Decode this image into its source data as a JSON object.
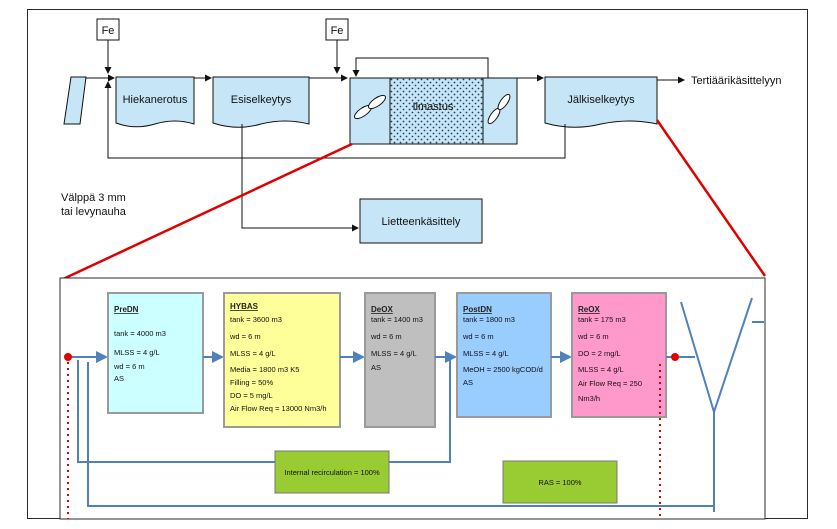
{
  "top": {
    "fe_left": "Fe",
    "fe_right": "Fe",
    "hiekanerotus": "Hiekanerotus",
    "esiselkeytys": "Esiselkeytys",
    "ilmastus": "Ilmastus",
    "jalkiselkeytys": "Jälkiselkeytys",
    "tertiaari": "Tertiäärikäsittelyyn",
    "valppa_line1": "Välppä 3 mm",
    "valppa_line2": "tai levynauha",
    "lietteenkasittely": "Lietteenkäsittely"
  },
  "process": {
    "preon": {
      "title": "PreDN",
      "lines": [
        "tank = 4000 m3",
        "MLSS = 4 g/L",
        "wd = 6 m",
        "AS"
      ]
    },
    "hybas": {
      "title": "HYBAS",
      "lines": [
        "tank = 3600 m3",
        "wd = 6 m",
        "MLSS = 4 g/L",
        "Media = 1800 m3 K5",
        "Filling = 50%",
        "DO = 5 mg/L",
        "Air Flow Req =   13000 Nm3/h"
      ]
    },
    "deox": {
      "title": "DeOX",
      "lines": [
        "tank = 1400 m3",
        "wd = 6 m",
        "MLSS = 4 g/L",
        "AS"
      ]
    },
    "postdn": {
      "title": "PostDN",
      "lines": [
        "tank = 1800 m3",
        "wd = 6 m",
        "MLSS = 4 g/L",
        "MeOH = 2500 kgCOD/d",
        "AS"
      ]
    },
    "reox": {
      "title": "ReOX",
      "lines": [
        "tank = 175 m3",
        "wd = 6 m",
        "DO = 2 mg/L",
        "MLSS = 4 g/L",
        "Air Flow Req =   250",
        "Nm3/h"
      ]
    },
    "internal_recirculation": "Internal recirculation = 100%",
    "ras": "RAS = 100%"
  },
  "colors": {
    "top_box": "#c6e6f7",
    "preon": "#ccffff",
    "hybas": "#ffff99",
    "deox": "#bfbfbf",
    "postdn": "#99ccff",
    "reox": "#ff99cc",
    "green": "#99cc33",
    "flow": "#4f81bd",
    "red": "#e00000"
  }
}
